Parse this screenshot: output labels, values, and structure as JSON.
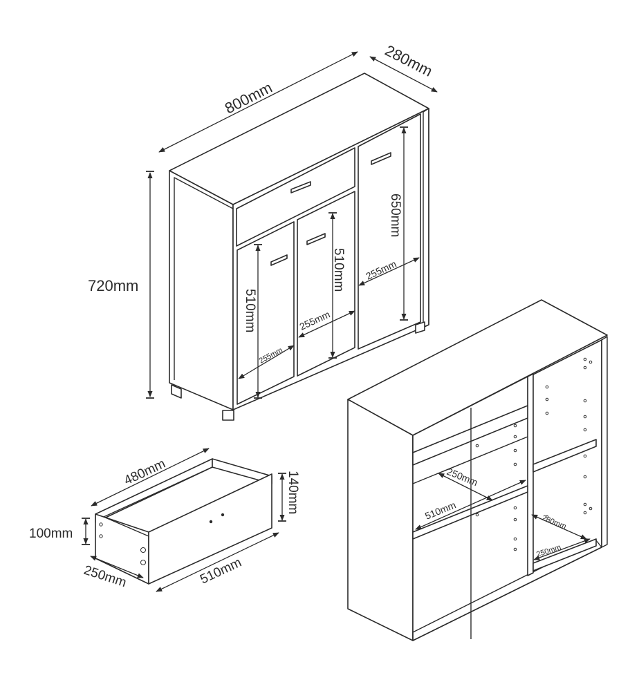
{
  "labels": {
    "cabinet_width": "800mm",
    "cabinet_depth": "280mm",
    "cabinet_height": "720mm",
    "door_height_right": "650mm",
    "door_height_mid": "510mm",
    "door_height_left": "510mm",
    "door_width_right": "255mm",
    "door_width_mid": "255mm",
    "door_width_left": "255mm",
    "drawer_inner_width": "480mm",
    "drawer_front_height": "140mm",
    "drawer_side_height": "100mm",
    "drawer_depth": "250mm",
    "drawer_front_width": "510mm",
    "shelf_depth_left": "250mm",
    "shelf_width_left": "510mm",
    "shelf_depth_right": "280mm",
    "shelf_width_right": "250mm"
  },
  "colors": {
    "line": "#2b2b2b",
    "background": "#ffffff"
  }
}
